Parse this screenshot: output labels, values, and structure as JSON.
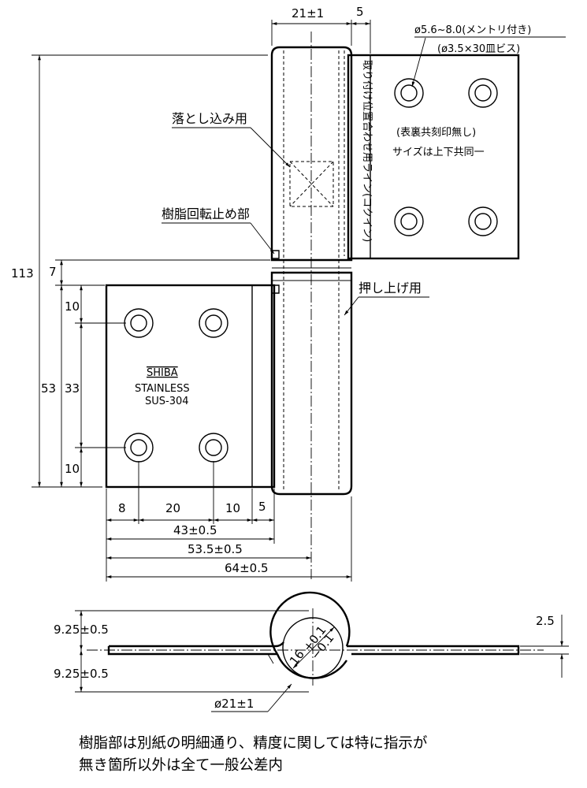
{
  "dimensions": {
    "top_width": "21±1",
    "top_gap": "5",
    "hole_spec": "ø5.6~8.0(メントリ付き)",
    "screw_spec": "(ø3.5×30皿ビス)",
    "total_height": "113",
    "gap_height": "7",
    "lower_hole_offset_top": "10",
    "leaf_height": "53",
    "hole_pitch_v": "33",
    "lower_hole_offset_bottom": "10",
    "w8": "8",
    "w20": "20",
    "w10": "10",
    "w5": "5",
    "len_43": "43±0.5",
    "len_53_5": "53.5±0.5",
    "len_64": "64±0.5",
    "sec_upper": "9.25±0.5",
    "sec_lower": "9.25±0.5",
    "sec_thickness": "2.5",
    "inner_dia": "16",
    "inner_tol_plus": "+0.1",
    "inner_tol_minus": "−0.1",
    "outer_dia": "ø21±1"
  },
  "labels": {
    "drop_in": "落とし込み用",
    "resin_stop": "樹脂回転止め部",
    "push_up": "押し上げ用",
    "alignment_line": "取り付け位置合わせ用ライン(コクイン)",
    "no_stamp": "(表裏共刻印無し)",
    "same_size": "サイズは上下共同一",
    "brand": "SHIBA",
    "material1": "STAINLESS",
    "material2": "SUS-304"
  },
  "notes": {
    "line1": "樹脂部は別紙の明細通り、精度に関しては特に指示が",
    "line2": "無き箇所以外は全て一般公差内"
  }
}
